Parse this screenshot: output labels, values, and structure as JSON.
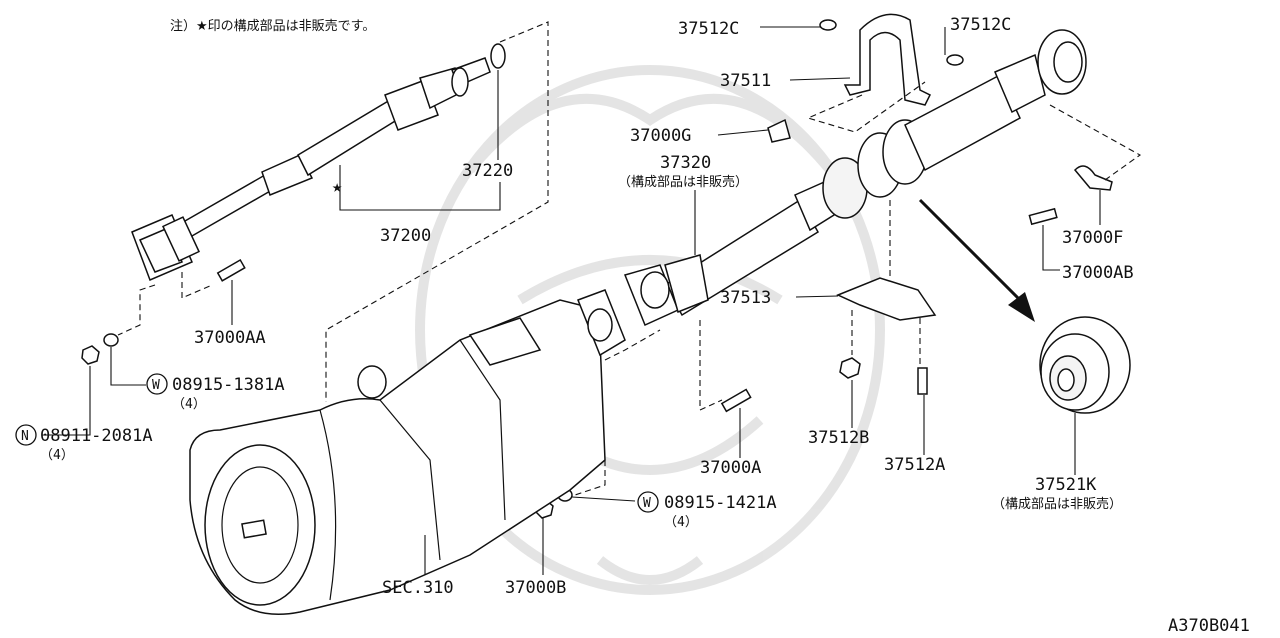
{
  "diagram": {
    "note": "注）★印の構成部品は非販売です。",
    "figure_code": "A370B041",
    "sub_note": "（構成部品は非販売）",
    "labels": {
      "p37512C_left": "37512C",
      "p37512C_right": "37512C",
      "p37511": "37511",
      "p37000G": "37000G",
      "p37320": "37320",
      "p37220": "37220",
      "p37200": "37200",
      "p37000F": "37000F",
      "p37000AB": "37000AB",
      "p37513": "37513",
      "p37000AA": "37000AA",
      "p08915_1381A": "08915-1381A",
      "p08915_1381A_qty": "（4）",
      "p08911_2081A": "08911-2081A",
      "p08911_2081A_qty": "（4）",
      "p37000A": "37000A",
      "p37512B": "37512B",
      "p37512A": "37512A",
      "p37521K": "37521K",
      "p08915_1421A": "08915-1421A",
      "p08915_1421A_qty": "（4）",
      "sec310": "SEC.310",
      "p37000B": "37000B",
      "w_symbol": "W",
      "n_symbol": "N",
      "star": "★"
    }
  }
}
